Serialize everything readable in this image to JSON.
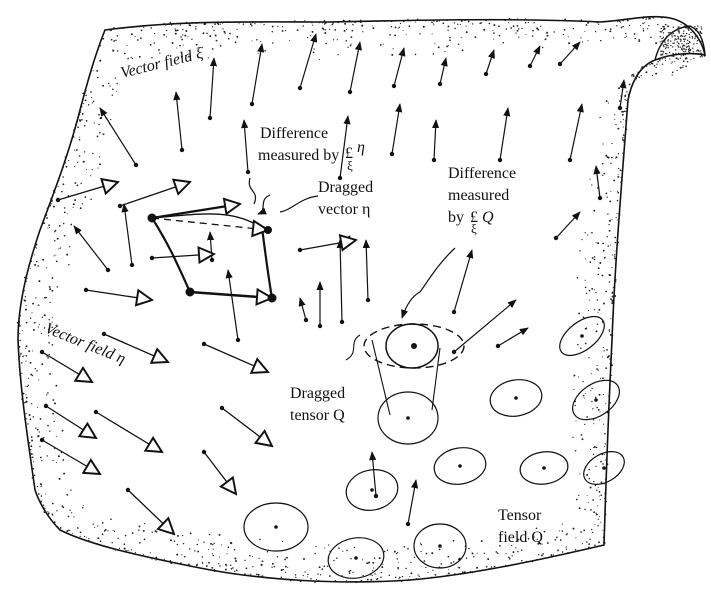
{
  "labels": {
    "vector_field_xi": "Vector field ξ",
    "vector_field_eta": "Vector field η",
    "diff_eta_1": "Difference",
    "diff_eta_2": "measured by",
    "diff_eta_sym": "£",
    "diff_eta_sub": "ξ",
    "diff_eta_var": "η",
    "dragged_vector_1": "Dragged",
    "dragged_vector_2": "vector η",
    "diff_q_1": "Difference",
    "diff_q_2": "measured",
    "diff_q_3": "by",
    "diff_q_sym": "£",
    "diff_q_sub": "ξ",
    "diff_q_var": "Q",
    "dragged_tensor_1": "Dragged",
    "dragged_tensor_2": "tensor Q",
    "tensor_field_1": "Tensor",
    "tensor_field_2": "field Q"
  },
  "colors": {
    "ink": "#111111",
    "paper": "#ffffff"
  }
}
